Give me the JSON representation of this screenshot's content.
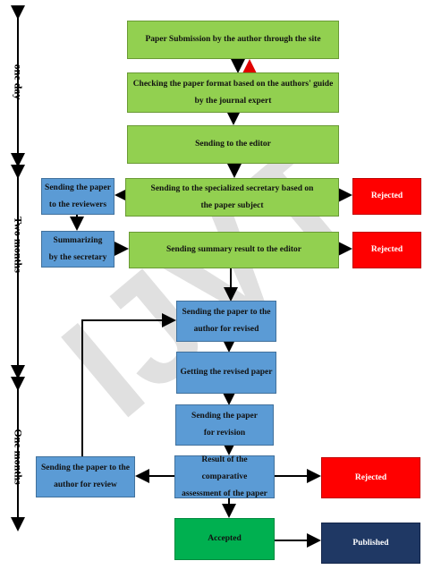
{
  "watermark": "IJVT",
  "timeline": [
    {
      "label": "one day"
    },
    {
      "label": "Two months"
    },
    {
      "label": "One months"
    }
  ],
  "nodes": {
    "submission": "Paper Submission by the author through the site",
    "format_check": "Checking the paper format based on the authors' guide\nby the journal expert",
    "to_editor": "Sending to the editor",
    "to_secretary": "Sending to the specialized secretary based on\nthe paper subject",
    "to_reviewers": "Sending the paper\nto the reviewers",
    "summarizing": "Summarizing\nby the secretary",
    "summary_to_editor": "Sending summary result to the editor",
    "rejected_1": "Rejected",
    "rejected_2": "Rejected",
    "to_author_revised": "Sending the paper to the\nauthor for revised",
    "getting_revised": "Getting the revised paper",
    "for_revision": "Sending the paper\nfor revision",
    "comparative_result": "Result of the comparative\nassessment of the paper",
    "to_author_review": "Sending the paper to the\nauthor for review",
    "rejected_3": "Rejected",
    "accepted": "Accepted",
    "published": "Published"
  },
  "colors": {
    "green": "#92d050",
    "blue": "#5b9bd5",
    "red": "#ff0000",
    "accepted": "#00b050",
    "published": "#1f3864",
    "back_arrow": "#e00000"
  }
}
